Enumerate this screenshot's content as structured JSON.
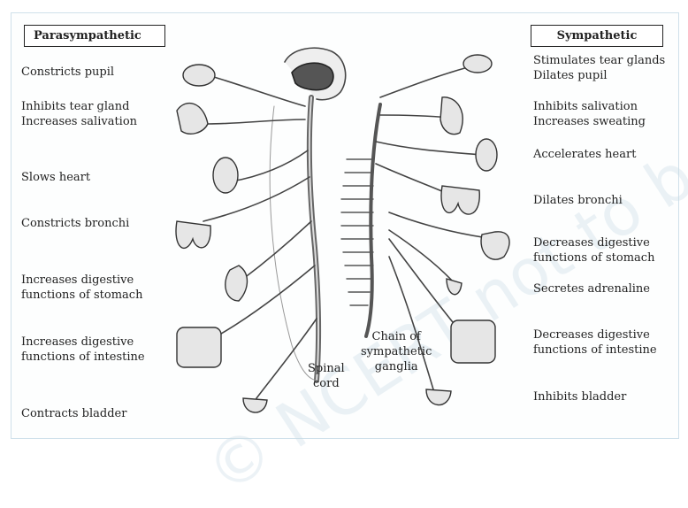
{
  "headers": {
    "left": "Parasympathetic",
    "right": "Sympathetic"
  },
  "parasympathetic": [
    "Constricts pupil",
    "Inhibits tear gland\nIncreases salivation",
    "Slows heart",
    "Constricts bronchi",
    "Increases digestive\nfunctions of stomach",
    "Increases digestive\nfunctions of intestine",
    "Contracts bladder"
  ],
  "sympathetic": [
    "Stimulates tear glands\nDilates pupil",
    "Inhibits salivation\nIncreases sweating",
    "Accelerates heart",
    "Dilates bronchi",
    "Decreases digestive\nfunctions of stomach",
    "Secretes adrenaline",
    "Decreases digestive\nfunctions of intestine",
    "Inhibits bladder"
  ],
  "center": {
    "spinal_cord": "Spinal\ncord",
    "chain": "Chain of\nsympathetic\nganglia"
  },
  "watermark": "© NCERT not to be republished"
}
